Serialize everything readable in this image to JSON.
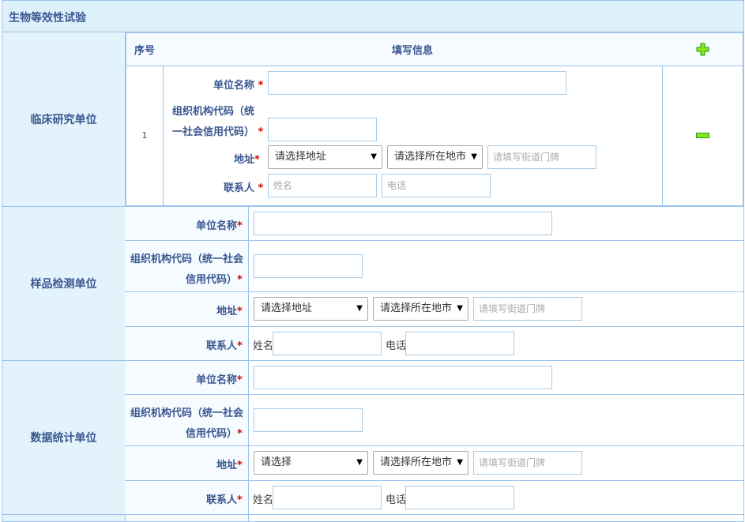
{
  "title": "生物等效性试验",
  "clinical": {
    "label": "临床研究单位",
    "header": {
      "index": "序号",
      "info": "填写信息"
    },
    "rows": [
      {
        "index": "1",
        "name_label": "单位名称",
        "code_label_1": "组织机构代码（统",
        "code_label_2": "一社会信用代码）",
        "address_label": "地址",
        "province": "请选择地址",
        "city": "请选择所在地市",
        "street_placeholder": "请填写街道门牌",
        "contact_label": "联系人",
        "name_placeholder": "姓名",
        "phone_placeholder": "电话"
      }
    ],
    "add_icon": "plus-icon",
    "remove_icon": "minus-icon"
  },
  "sections": [
    {
      "label": "样品检测单位",
      "name_label": "单位名称",
      "code_label_1": "组织机构代码（统一社会",
      "code_label_2": "信用代码）",
      "address_label": "地址",
      "province": "请选择地址",
      "city": "请选择所在地市",
      "street_placeholder": "请填写街道门牌",
      "contact_label": "联系人",
      "name_text": "姓名",
      "phone_text": "电话"
    },
    {
      "label": "数据统计单位",
      "name_label": "单位名称",
      "code_label_1": "组织机构代码（统一社会",
      "code_label_2": "信用代码）",
      "address_label": "地址",
      "province": "请选择",
      "city": "请选择所在地市",
      "street_placeholder": "请填写街道门牌",
      "contact_label": "联系人",
      "name_text": "姓名",
      "phone_text": "电话"
    }
  ],
  "required_mark": "*"
}
